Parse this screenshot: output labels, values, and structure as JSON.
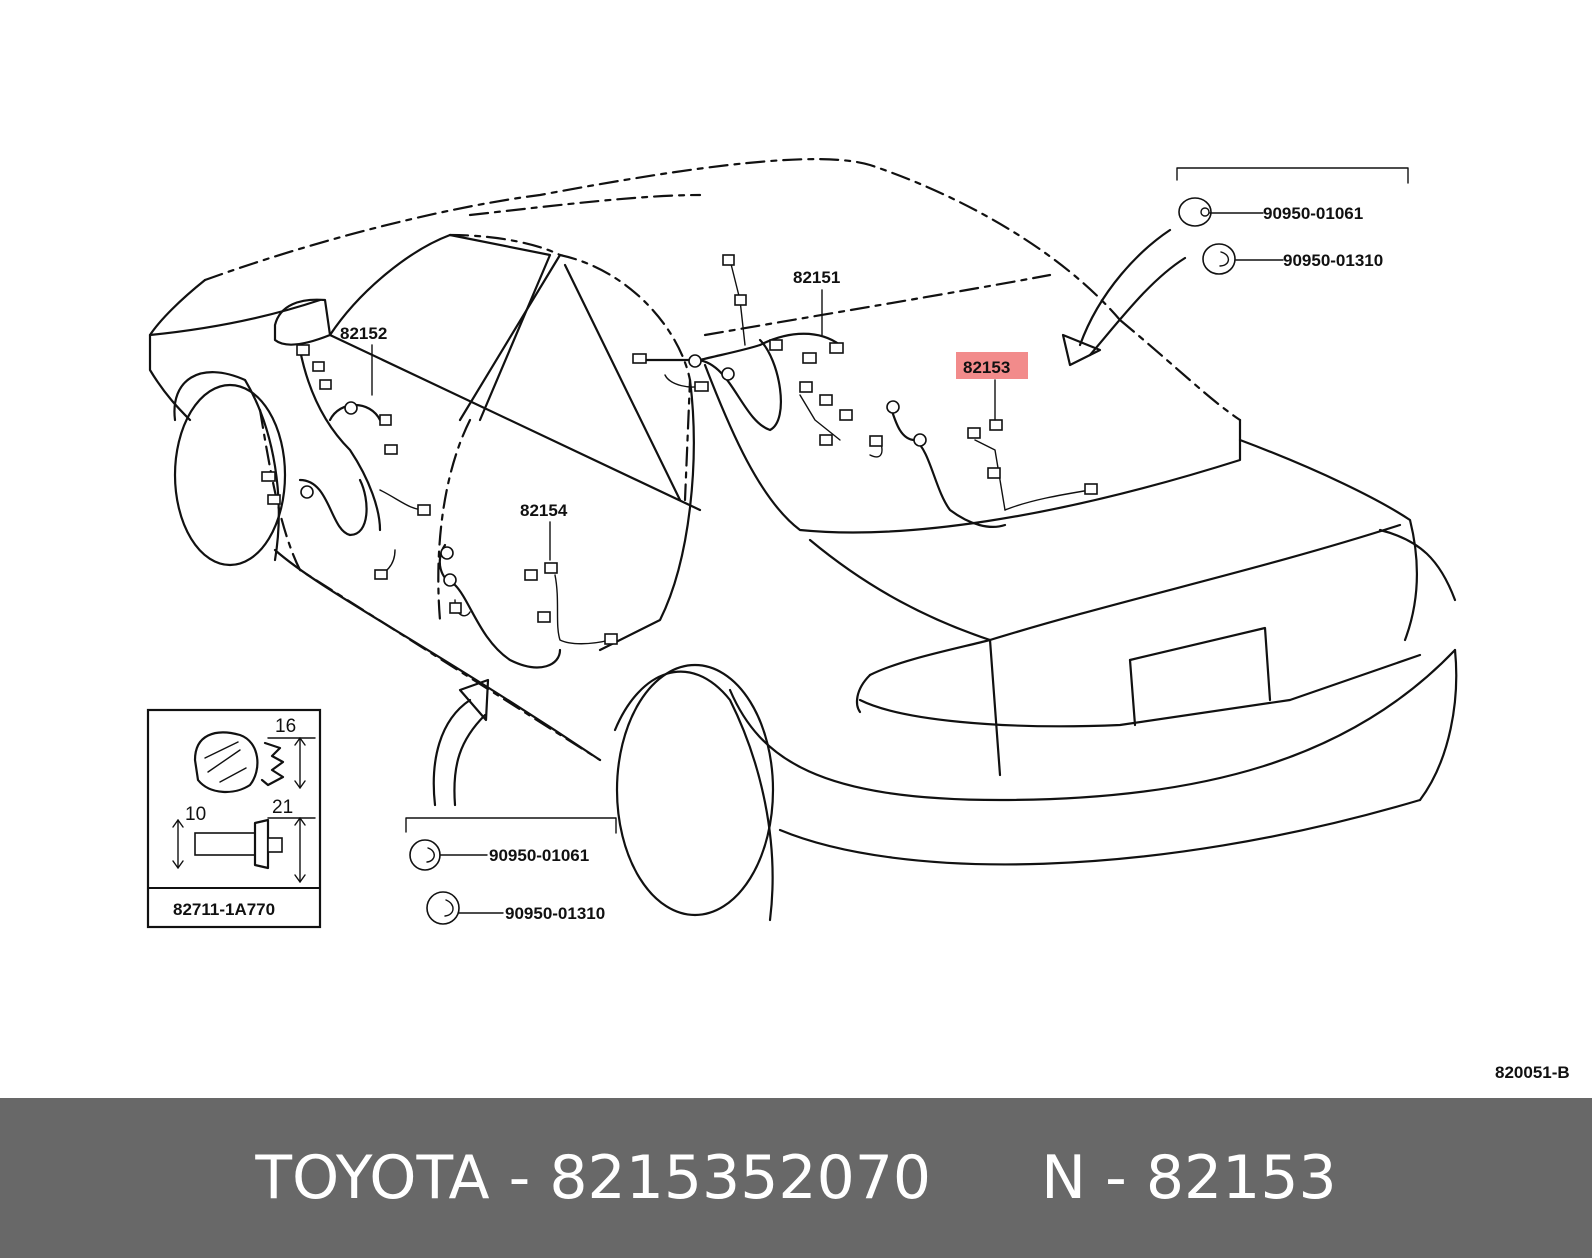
{
  "diagram": {
    "callouts": {
      "c82151": "82151",
      "c82152": "82152",
      "c82153": "82153",
      "c82154": "82154",
      "grommet_right_1": "90950-01061",
      "grommet_right_2": "90950-01310",
      "grommet_left_1": "90950-01061",
      "grommet_left_2": "90950-01310"
    },
    "highlight_color": "#f28b8b",
    "detail_box": {
      "dim_16": "16",
      "dim_10": "10",
      "dim_21": "21",
      "part": "82711-1A770"
    },
    "figure_code": "820051-B"
  },
  "footer": {
    "brand": "TOYOTA",
    "sep1": "-",
    "part_number": "8215352070",
    "n_label": "N",
    "sep2": "-",
    "n_value": "82153"
  }
}
